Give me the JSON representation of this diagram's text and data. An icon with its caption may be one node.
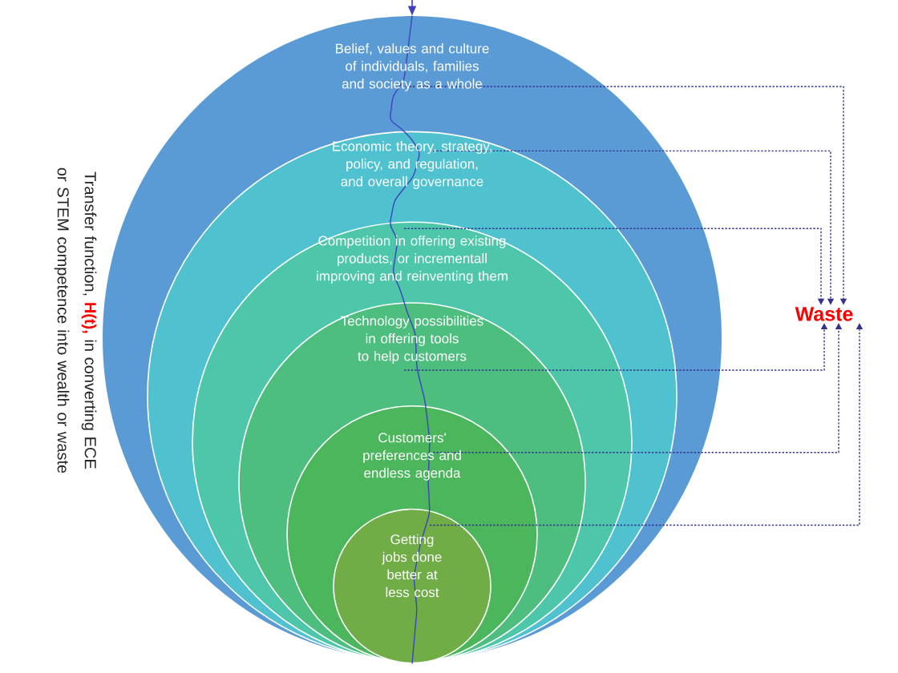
{
  "diagram": {
    "nodes": [
      {
        "text": [
          "Belief, values and culture of individuals, families and society as a whole"
        ]
      },
      {
        "text": [
          "Economic theory, strategy, policy, and regulation, and overall governance"
        ],
        "in": 0
      },
      {
        "text": [
          "Competition in offering existing products, or incrementall improving and reinventing them"
        ],
        "in": 1
      },
      {
        "text": [
          "Technology possibilities in offering tools to help customers"
        ],
        "in": 2
      },
      {
        "text": [
          "Customers' preferences and endless agenda"
        ],
        "in": 3
      },
      {
        "text": [
          "Getting jobs done better at less cost"
        ],
        "in": 4
      },
      {
        "text": [
          "Waste"
        ]
      }
    ],
    "edges": [
      {
        "from": null,
        "to": 0,
        "arrow": "to"
      },
      {
        "from": 0,
        "to": 5,
        "arrow": "none"
      },
      {
        "from": 0,
        "to": 6,
        "arrow": "to",
        "style": "dashed"
      },
      {
        "from": 1,
        "to": 6,
        "arrow": "to",
        "style": "dashed"
      },
      {
        "from": 2,
        "to": 6,
        "arrow": "to",
        "style": "dashed"
      },
      {
        "from": 3,
        "to": 6,
        "arrow": "to",
        "style": "dashed"
      },
      {
        "from": 4,
        "to": 6,
        "arrow": "to",
        "style": "dashed"
      },
      {
        "from": 5,
        "to": 6,
        "arrow": "to",
        "style": "dashed"
      }
    ],
    "labels": [
      "Transfer function, **H(t),** in converting ECE or STEM competence into wealth or waste"
    ]
  }
}
